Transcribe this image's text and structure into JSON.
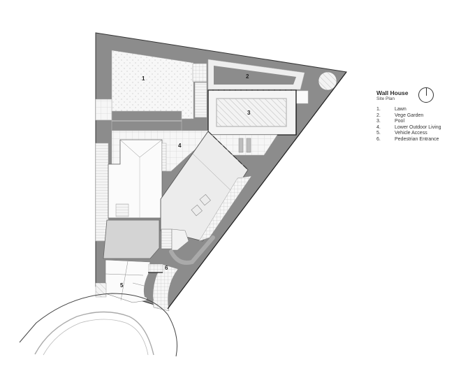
{
  "title": "Wall House",
  "subtitle": "Site Plan",
  "north_indicator": "north-arrow-icon",
  "legend": [
    {
      "num": "1.",
      "label": "Lawn"
    },
    {
      "num": "2.",
      "label": "Vege Garden"
    },
    {
      "num": "3.",
      "label": "Pool"
    },
    {
      "num": "4.",
      "label": "Lower Outdoor Living"
    },
    {
      "num": "5.",
      "label": "Vehicle Access"
    },
    {
      "num": "6.",
      "label": "Pedestrian Entrance"
    }
  ],
  "zone_labels": {
    "lawn": "1",
    "vege_garden": "2",
    "pool": "3",
    "lower_outdoor_living": "4",
    "vehicle_access": "5",
    "pedestrian_entrance": "6"
  },
  "colors": {
    "planting": "#8c8c8c",
    "paving": "#f2f2f2",
    "roof": "#e6e6e6",
    "roof_dark": "#cfcfcf",
    "line": "#555555",
    "background": "#ffffff"
  }
}
